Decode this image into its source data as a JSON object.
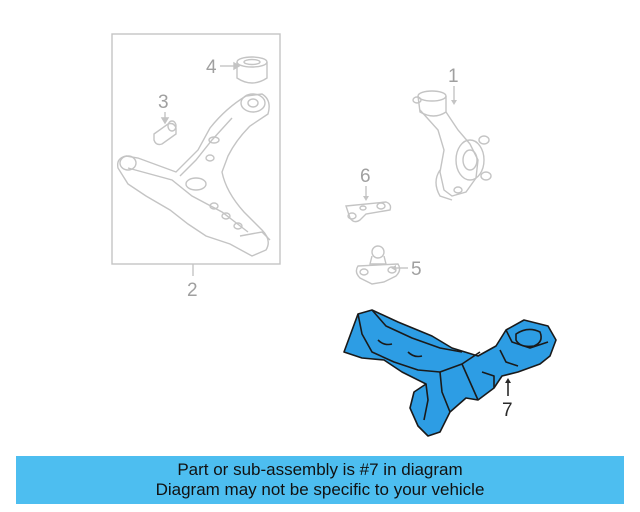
{
  "colors": {
    "highlight": "#2d9de4",
    "highlight_outline": "#1a1a1a",
    "ghost_part": "#c4c4c4",
    "banner_bg": "#4dbef0"
  },
  "callouts": {
    "c1": "1",
    "c2": "2",
    "c3": "3",
    "c4": "4",
    "c5": "5",
    "c6": "6",
    "c7": "7"
  },
  "highlighted_callout": "7",
  "banner": {
    "line1": "Part or sub-assembly is #7 in diagram",
    "line2": "Diagram may not be specific to your vehicle"
  }
}
